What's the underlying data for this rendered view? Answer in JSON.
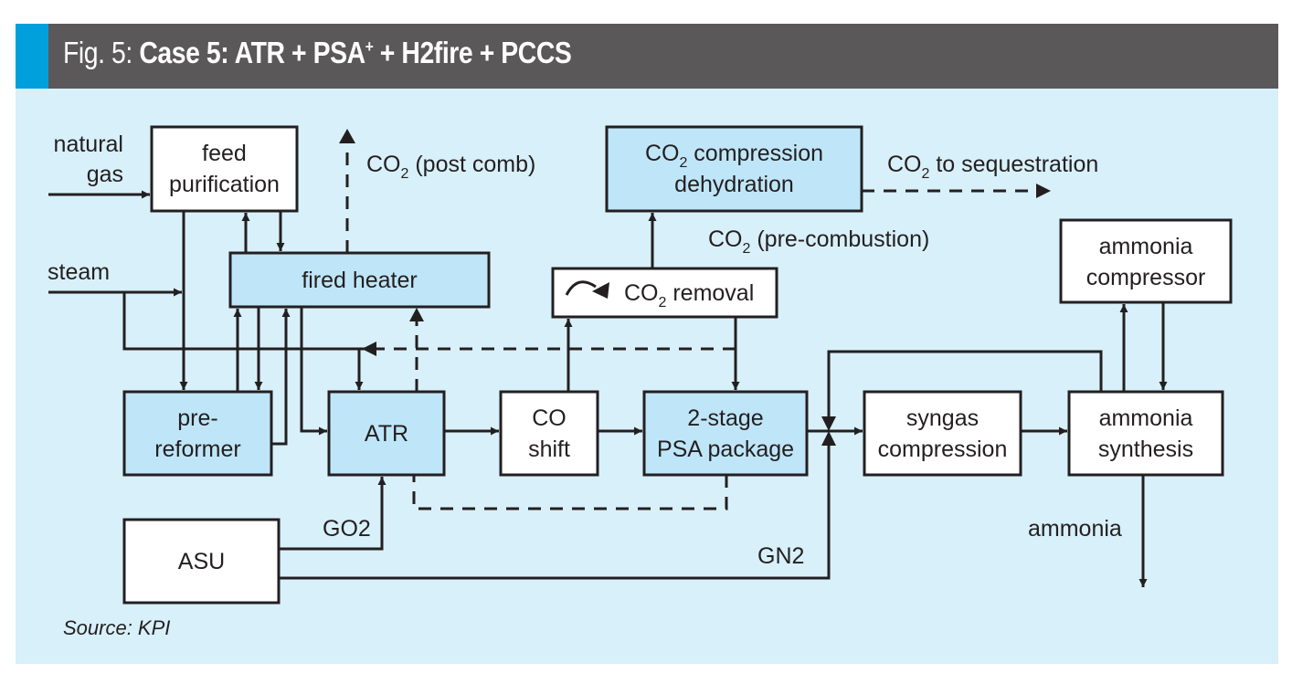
{
  "header": {
    "fig_label": "Fig. 5: ",
    "title": "Case 5: ATR + PSA",
    "title_sup": "+",
    "title_rest": " + H2fire + PCCS",
    "accent_color": "#00a0dc",
    "bar_color": "#5a5859"
  },
  "colors": {
    "panel_bg": "#d8f0fa",
    "box_blue": "#bfe6f8",
    "box_white": "#ffffff",
    "line": "#231f20"
  },
  "units": {
    "feed_purification": {
      "line1": "feed",
      "line2": "purification",
      "fill": "white"
    },
    "fired_heater": {
      "line1": "fired heater",
      "fill": "blue"
    },
    "co2_compression": {
      "line1_pre": "CO",
      "line1_sub": "2",
      "line1_post": " compression",
      "line2": "dehydration",
      "fill": "blue"
    },
    "co2_removal": {
      "pre": "CO",
      "sub": "2",
      "post": " removal",
      "icon": "recycle-arrow-icon",
      "fill": "white"
    },
    "pre_reformer": {
      "line1": "pre-",
      "line2": "reformer",
      "fill": "blue"
    },
    "atr": {
      "line1": "ATR",
      "fill": "blue"
    },
    "co_shift": {
      "line1": "CO",
      "line2": "shift",
      "fill": "white"
    },
    "psa": {
      "line1": "2-stage",
      "line2": "PSA package",
      "fill": "blue"
    },
    "syngas_compression": {
      "line1": "syngas",
      "line2": "compression",
      "fill": "white"
    },
    "ammonia_synthesis": {
      "line1": "ammonia",
      "line2": "synthesis",
      "fill": "white"
    },
    "ammonia_compressor": {
      "line1": "ammonia",
      "line2": "compressor",
      "fill": "white"
    },
    "asu": {
      "line1": "ASU",
      "fill": "white"
    }
  },
  "stream_labels": {
    "natural_gas_1": "natural",
    "natural_gas_2": "gas",
    "steam": "steam",
    "co2_post_comb": {
      "pre": "CO",
      "sub": "2",
      "post": " (post comb)"
    },
    "co2_sequestration": {
      "pre": "CO",
      "sub": "2",
      "post": " to sequestration"
    },
    "co2_pre_combustion": {
      "pre": "CO",
      "sub": "2",
      "post": " (pre-combustion)"
    },
    "go2": "GO2",
    "gn2": "GN2",
    "ammonia": "ammonia"
  },
  "source": "Source: KPI"
}
